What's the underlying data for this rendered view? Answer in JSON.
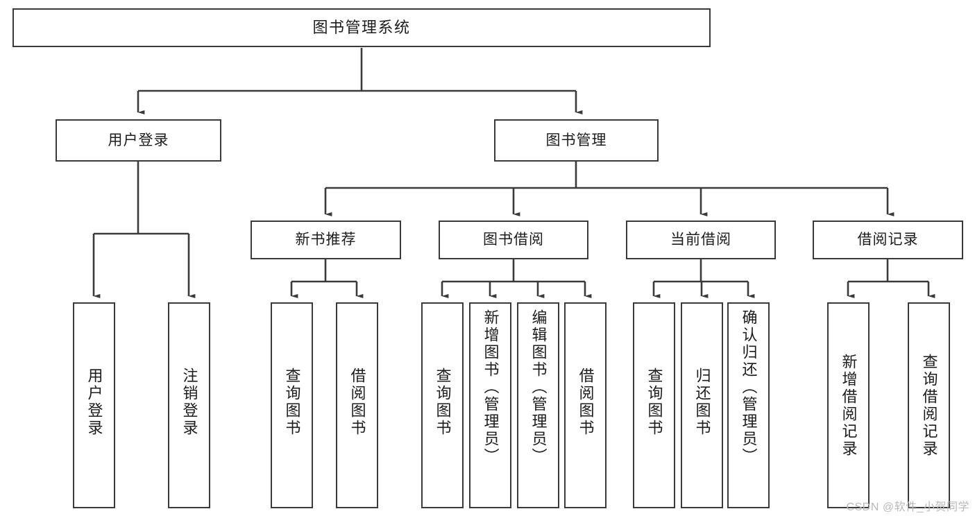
{
  "diagram": {
    "type": "tree-hierarchy-chart",
    "title": "图书管理系统",
    "root": {
      "id": "root",
      "label": "图书管理系统"
    },
    "level2": [
      {
        "id": "user-login",
        "label": "用户登录"
      },
      {
        "id": "book-manage",
        "label": "图书管理"
      }
    ],
    "level3": [
      {
        "id": "new-book-rec",
        "label": "新书推荐",
        "parent": "book-manage"
      },
      {
        "id": "book-borrow",
        "label": "图书借阅",
        "parent": "book-manage"
      },
      {
        "id": "current-borrow",
        "label": "当前借阅",
        "parent": "book-manage"
      },
      {
        "id": "borrow-record",
        "label": "借阅记录",
        "parent": "book-manage"
      }
    ],
    "leaves": [
      {
        "id": "leaf-user-login",
        "label": "用户登录",
        "parent": "user-login"
      },
      {
        "id": "leaf-logout-login",
        "label": "注销登录",
        "parent": "user-login"
      },
      {
        "id": "leaf-query-book-1",
        "label": "查询图书",
        "parent": "new-book-rec"
      },
      {
        "id": "leaf-borrow-book-1",
        "label": "借阅图书",
        "parent": "new-book-rec"
      },
      {
        "id": "leaf-query-book-2",
        "label": "查询图书",
        "parent": "book-borrow"
      },
      {
        "id": "leaf-add-book",
        "label": "新增图书（管理员）",
        "parent": "book-borrow"
      },
      {
        "id": "leaf-edit-book",
        "label": "编辑图书（管理员）",
        "parent": "book-borrow"
      },
      {
        "id": "leaf-borrow-book-2",
        "label": "借阅图书",
        "parent": "book-borrow"
      },
      {
        "id": "leaf-query-book-3",
        "label": "查询图书",
        "parent": "current-borrow"
      },
      {
        "id": "leaf-return-book",
        "label": "归还图书",
        "parent": "current-borrow"
      },
      {
        "id": "leaf-confirm-return",
        "label": "确认归还（管理员）",
        "parent": "current-borrow"
      },
      {
        "id": "leaf-add-record",
        "label": "新增借阅记录",
        "parent": "borrow-record"
      },
      {
        "id": "leaf-query-record",
        "label": "查询借阅记录",
        "parent": "borrow-record"
      }
    ],
    "colors": {
      "stroke": "#3a3a3a",
      "background": "#ffffff",
      "text": "#1c1c1c",
      "watermark": "#b9b9b9"
    }
  },
  "watermark": {
    "text": "CSDN @软件_小贺同学"
  }
}
